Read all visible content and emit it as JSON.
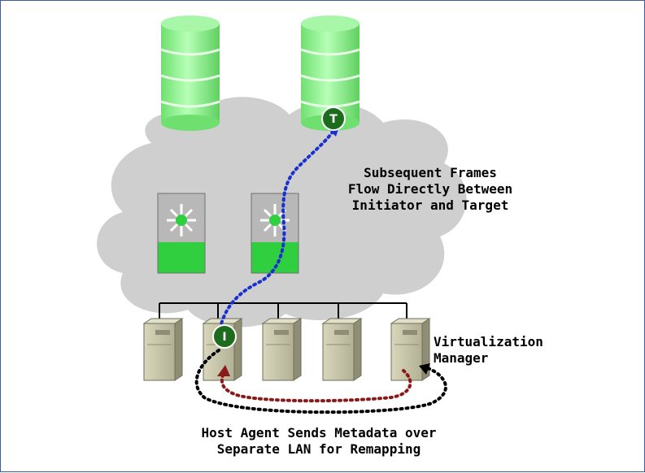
{
  "badges": {
    "target": "T",
    "initiator": "I"
  },
  "captions": {
    "subsequent_frames": [
      "Subsequent Frames",
      "Flow Directly Between",
      "Initiator and Target"
    ],
    "virtualization_manager": [
      "Virtualization",
      "Manager"
    ],
    "host_agent": [
      "Host Agent Sends Metadata over",
      "Separate LAN for Remapping"
    ]
  },
  "colors": {
    "frame_border": "#3b5aa0",
    "disk_green": "#8fef8f",
    "switch_green": "#2fcf3f",
    "cloud_gray": "#cfcfcf",
    "server_beige": "#bdbca0",
    "badge_green": "#1d6b1d",
    "data_path_blue": "#1a2fd0",
    "metadata_path_black": "#000000",
    "remap_path_red": "#8a1a1a"
  },
  "icons": {
    "storage": "storage-disk-icon",
    "switch": "fabric-switch-icon",
    "server": "server-tower-icon"
  }
}
